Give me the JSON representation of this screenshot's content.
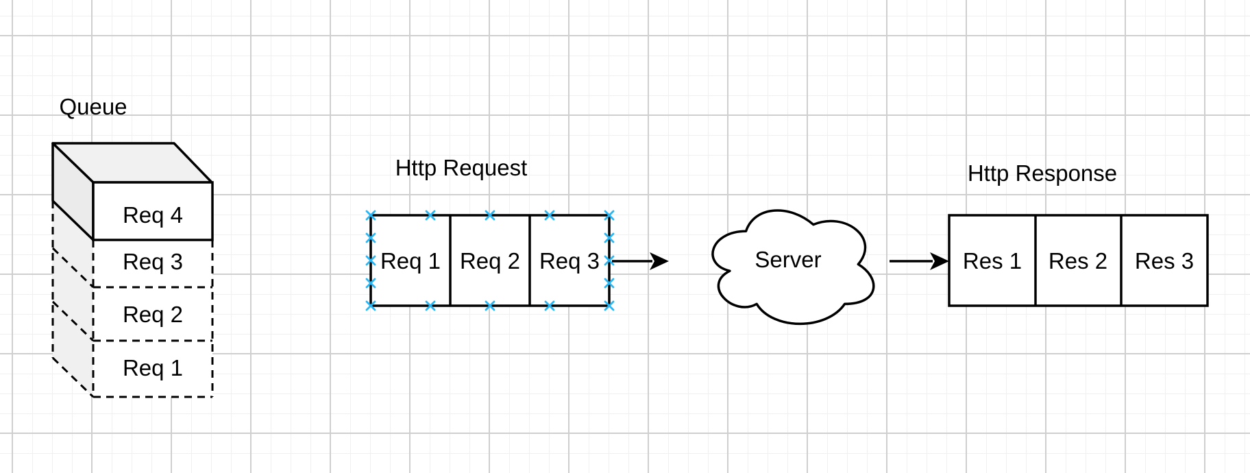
{
  "diagram": {
    "queue": {
      "title": "Queue",
      "items": [
        "Req 4",
        "Req 3",
        "Req 2",
        "Req 1"
      ]
    },
    "http_request": {
      "title": "Http Request",
      "cells": [
        "Req 1",
        "Req 2",
        "Req 3"
      ]
    },
    "server": {
      "label": "Server"
    },
    "http_response": {
      "title": "Http Response",
      "cells": [
        "Res 1",
        "Res 2",
        "Res 3"
      ]
    }
  },
  "colors": {
    "stroke": "#000000",
    "shape_fill": "#ffffff",
    "top_face_fill": "#f1f1f1",
    "side_face_fill": "#ebebeb",
    "shade_fill": "#f0f0f0",
    "connection_point": "#29b6f2",
    "grid_minor": "#f0f0f0",
    "grid_major": "#cfcfcf"
  }
}
